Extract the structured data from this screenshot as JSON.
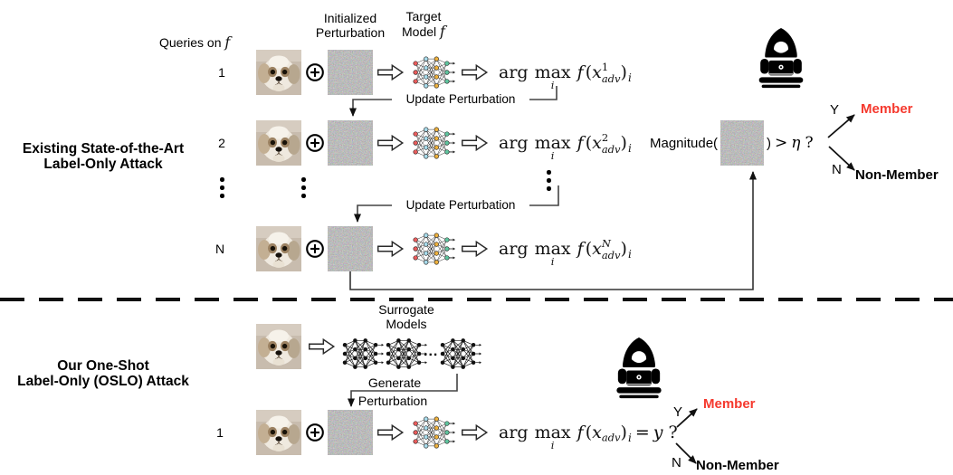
{
  "colors": {
    "member_red": "#f5392e",
    "text_black": "#000000",
    "connector_gray": "#444444"
  },
  "formulas": {
    "arg": "arg",
    "max": "max",
    "max_sub": "i",
    "func": "f",
    "lparen": "(",
    "var": "x",
    "sub": "adv",
    "rparen": ")",
    "out_sub": "i",
    "equals": "=",
    "label_y": "y",
    "question": "?"
  },
  "top": {
    "title_line1": "Existing State-of-the-Art",
    "title_line2": "Label-Only Attack",
    "queries_label": "Queries on",
    "queries_f": "f",
    "header_init_line1": "Initialized",
    "header_init_line2": "Perturbation",
    "header_target_line1": "Target",
    "header_target_line2": "Model",
    "header_target_f": "f",
    "rows": [
      {
        "id": "1",
        "sup": "1"
      },
      {
        "id": "2",
        "sup": "2"
      },
      {
        "id": "N",
        "sup": "N"
      }
    ],
    "update_label_1": "Update Perturbation",
    "update_label_2": "Update Perturbation",
    "magnitude_prefix": "Magnitude(",
    "magnitude_close": ")",
    "gt": ">",
    "eta": "η",
    "question": "?",
    "yes": "Y",
    "no": "N",
    "member": "Member",
    "non_member": "Non-Member"
  },
  "bottom": {
    "title_line1": "Our One-Shot",
    "title_line2": "Label-Only (OSLO) Attack",
    "surrogate_line1": "Surrogate",
    "surrogate_line2": "Models",
    "models_ellipsis": "...",
    "generate_line1": "Generate",
    "generate_line2": "Perturbation",
    "row_id": "1",
    "yes": "Y",
    "no": "N",
    "member": "Member",
    "non_member": "Non-Member"
  }
}
